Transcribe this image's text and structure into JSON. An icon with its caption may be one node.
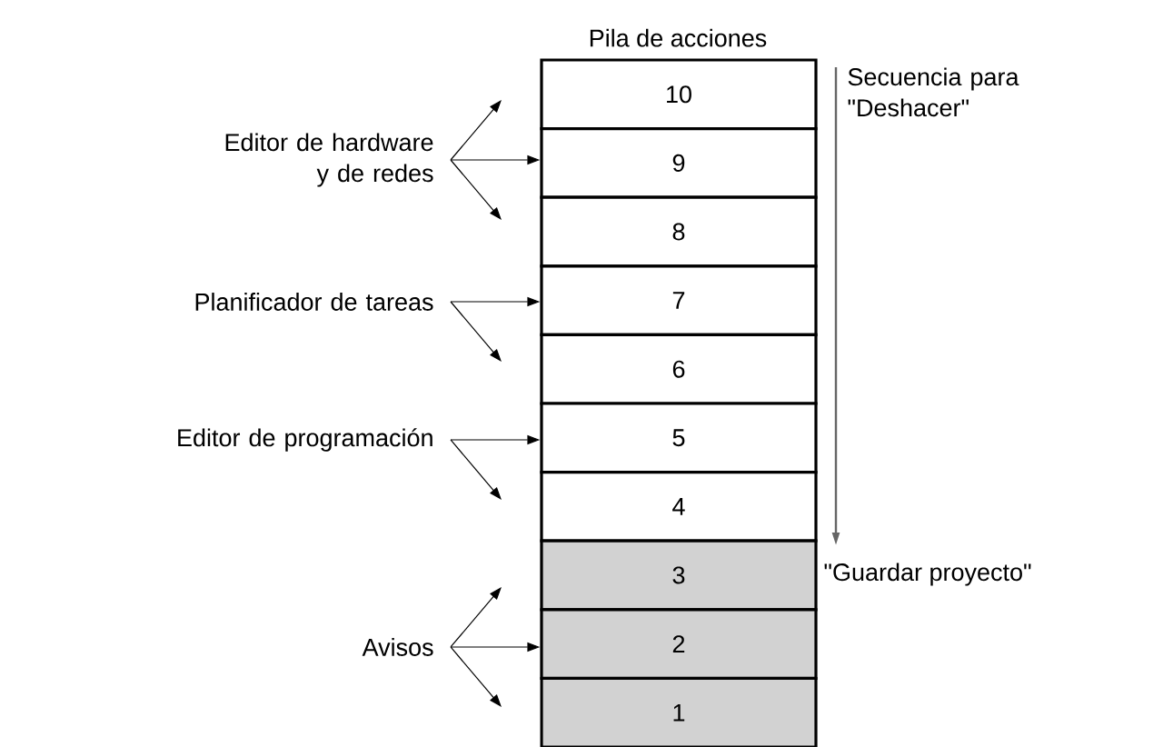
{
  "diagram": {
    "nodes": [
      {
        "text": [
          "10"
        ]
      },
      {
        "text": [
          "9"
        ]
      },
      {
        "text": [
          "8"
        ]
      },
      {
        "text": [
          "7"
        ]
      },
      {
        "text": [
          "6"
        ]
      },
      {
        "text": [
          "5"
        ]
      },
      {
        "text": [
          "4"
        ]
      },
      {
        "text": [
          "3"
        ]
      },
      {
        "text": [
          "2"
        ]
      },
      {
        "text": [
          "1"
        ]
      },
      {
        "text": [
          "Editor de hardware y de redes"
        ]
      },
      {
        "text": [
          "Planificador de tareas"
        ]
      },
      {
        "text": [
          "Editor de programación"
        ]
      },
      {
        "text": [
          "Avisos"
        ]
      }
    ],
    "edges": [
      {
        "from": 10,
        "to": null,
        "arrow": "to"
      },
      {
        "from": 10,
        "to": 1,
        "arrow": "to"
      },
      {
        "from": 10,
        "to": null,
        "arrow": "to"
      },
      {
        "from": 11,
        "to": 3,
        "arrow": "to"
      },
      {
        "from": 11,
        "to": null,
        "arrow": "to"
      },
      {
        "from": 12,
        "to": 5,
        "arrow": "to"
      },
      {
        "from": 12,
        "to": null,
        "arrow": "to"
      },
      {
        "from": 13,
        "to": null,
        "arrow": "to"
      },
      {
        "from": 13,
        "to": 8,
        "arrow": "to"
      },
      {
        "from": 13,
        "to": null,
        "arrow": "to"
      }
    ],
    "labels": [
      "Pila de acciones",
      "Secuencia para \"Deshacer\"",
      "\"Guardar proyecto\""
    ]
  }
}
